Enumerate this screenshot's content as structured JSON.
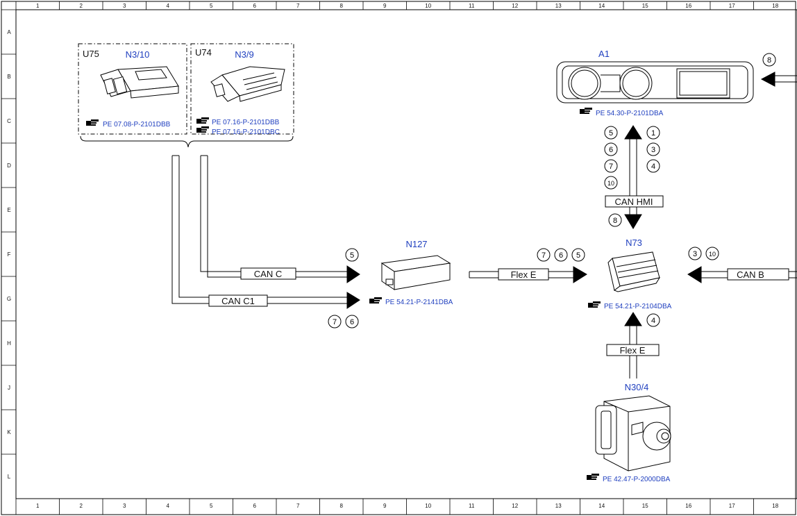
{
  "colors": {
    "link": "#1f3fbf",
    "line": "#000000",
    "background": "#ffffff"
  },
  "icons": {
    "reference": "hand-pointer-icon"
  },
  "grid": {
    "columns": [
      "1",
      "2",
      "3",
      "4",
      "5",
      "6",
      "7",
      "8",
      "9",
      "10",
      "11",
      "12",
      "13",
      "14",
      "15",
      "16",
      "17",
      "18"
    ],
    "rows": [
      "A",
      "B",
      "C",
      "D",
      "E",
      "F",
      "G",
      "H",
      "J",
      "K",
      "L"
    ]
  },
  "components": {
    "u75": {
      "code": "U75",
      "id": "N3/10",
      "ref": "PE 07.08-P-2101DBB"
    },
    "u74": {
      "code": "U74",
      "id": "N3/9",
      "ref1": "PE 07.16-P-2101DBB",
      "ref2": "PE 07.16-P-2101DBC"
    },
    "a1": {
      "id": "A1",
      "ref": "PE 54.30-P-2101DBA"
    },
    "n127": {
      "id": "N127",
      "ref": "PE 54.21-P-2141DBA"
    },
    "n73": {
      "id": "N73",
      "ref": "PE 54.21-P-2104DBA"
    },
    "n30_4": {
      "id": "N30/4",
      "ref": "PE 42.47-P-2000DBA"
    }
  },
  "buses": {
    "can_c": "CAN C",
    "can_c1": "CAN C1",
    "flex_e_top": "Flex E",
    "can_hmi": "CAN HMI",
    "can_b": "CAN B",
    "flex_e_bottom": "Flex E"
  },
  "markers": {
    "can_c": [
      "5"
    ],
    "can_c1": [
      "7",
      "6"
    ],
    "flex_e_top": [
      "7",
      "6",
      "5"
    ],
    "hmi_up_left": [
      "5",
      "6",
      "7",
      "10"
    ],
    "hmi_up_right": [
      "1",
      "3",
      "4"
    ],
    "hmi_down": [
      "8"
    ],
    "can_b": [
      "3",
      "10"
    ],
    "a1_in": [
      "8"
    ],
    "flex_e_bottom": [
      "4"
    ]
  }
}
